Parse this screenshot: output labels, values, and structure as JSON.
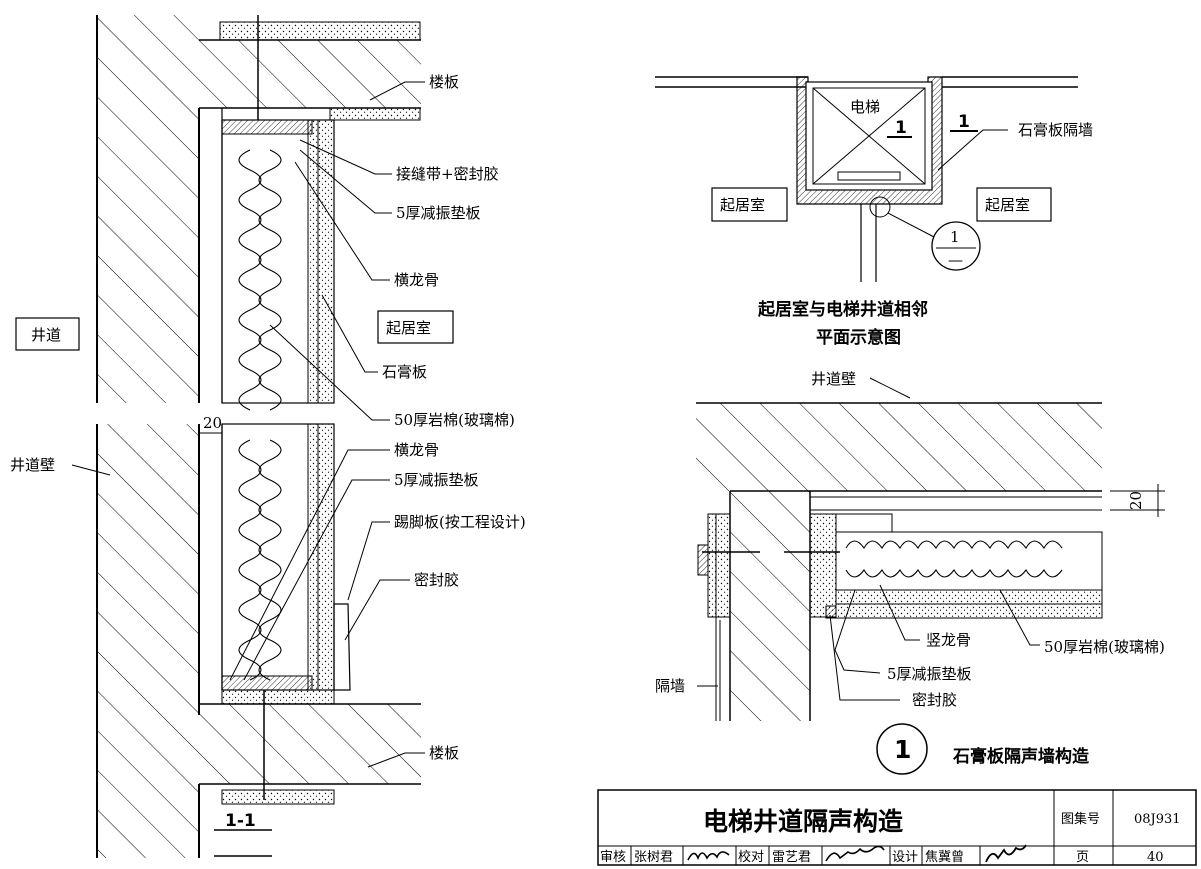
{
  "section_1_1": {
    "labels": {
      "floor_slab_top": "楼板",
      "joint_tape_sealant": "接缝带+密封胶",
      "damping_pad_top": "5厚减振垫板",
      "horizontal_keel_top": "横龙骨",
      "living_room": "起居室",
      "gypsum_board": "石膏板",
      "rock_wool": "50厚岩棉(玻璃棉)",
      "horizontal_keel_bottom": "横龙骨",
      "damping_pad_bottom": "5厚减振垫板",
      "skirting": "踢脚板(按工程设计)",
      "sealant": "密封胶",
      "floor_slab_bottom": "楼板",
      "shaft": "井道",
      "shaft_wall": "井道壁",
      "gap_dim": "20"
    },
    "title": "1-1"
  },
  "plan": {
    "elevator": "电梯",
    "section_mark_left": "1",
    "section_mark_right": "1",
    "partition": "石膏板隔墙",
    "living_left": "起居室",
    "living_right": "起居室",
    "detail_num": "1",
    "detail_sub": "—",
    "caption_line1": "起居室与电梯井道相邻",
    "caption_line2": "平面示意图"
  },
  "detail": {
    "shaft_wall": "井道壁",
    "gap_dim": "20",
    "vertical_keel": "竖龙骨",
    "rock_wool": "50厚岩棉(玻璃棉)",
    "damping_pad": "5厚减振垫板",
    "sealant": "密封胶",
    "partition": "隔墙",
    "title_num": "1",
    "title": "石膏板隔声墙构造"
  },
  "title_block": {
    "title": "电梯井道隔声构造",
    "atlas_label": "图集号",
    "atlas_no": "08J931",
    "review_label": "审核",
    "reviewer": "张树君",
    "check_label": "校对",
    "checker": "雷艺君",
    "design_label": "设计",
    "designer": "焦冀曾",
    "page_label": "页",
    "page_no": "40"
  }
}
